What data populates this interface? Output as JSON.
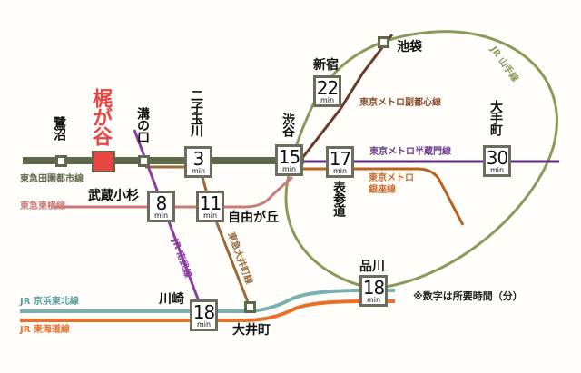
{
  "map": {
    "home_station": "梶が谷",
    "colors": {
      "home": "#e84545",
      "den_en_toshi": "#5e6a4b",
      "toyoko": "#c97a7a",
      "nambu": "#8a3fa0",
      "oimachi": "#9a6a3a",
      "yamanote": "#8a9a5a",
      "fukutoshin": "#6a3a2a",
      "hanzomon": "#5a2a7a",
      "ginza": "#c86a2a",
      "keihin_tohoku": "#7ab0b0",
      "tokaido": "#e8702a"
    },
    "lines": [
      {
        "id": "den_en_toshi",
        "label": "東急田園都市線"
      },
      {
        "id": "toyoko",
        "label": "東急東横線"
      },
      {
        "id": "nambu",
        "label": "JR 南武線"
      },
      {
        "id": "oimachi",
        "label": "東急大井町線"
      },
      {
        "id": "yamanote",
        "label": "JR 山手線"
      },
      {
        "id": "fukutoshin",
        "label": "東京メトロ副都心線"
      },
      {
        "id": "hanzomon",
        "label": "東京メトロ半蔵門線"
      },
      {
        "id": "ginza",
        "label": "東京メトロ銀座線"
      },
      {
        "id": "ginza_l1",
        "label": "東京メトロ"
      },
      {
        "id": "ginza_l2",
        "label": "銀座線"
      },
      {
        "id": "keihin_tohoku",
        "label": "JR 京浜東北線"
      },
      {
        "id": "tokaido",
        "label": "JR 東海道線"
      }
    ],
    "stations": {
      "saginuma": {
        "name": "鷺沼"
      },
      "kajigaya": {
        "name": "梶が谷"
      },
      "mizonokuchi": {
        "name": "溝の口"
      },
      "futako_tamagawa": {
        "name": "二子玉川",
        "minutes": "3"
      },
      "shibuya": {
        "name": "渋谷",
        "minutes": "15"
      },
      "shinjuku": {
        "name": "新宿",
        "minutes": "22"
      },
      "ikebukuro": {
        "name": "池袋"
      },
      "omotesando": {
        "name": "表参道",
        "minutes": "17"
      },
      "otemachi": {
        "name": "大手町",
        "minutes": "30"
      },
      "musashi_kosugi": {
        "name": "武蔵小杉",
        "minutes": "8"
      },
      "jiyugaoka": {
        "name": "自由が丘",
        "minutes": "11"
      },
      "kawasaki": {
        "name": "川崎",
        "minutes": "18"
      },
      "oimachi": {
        "name": "大井町"
      },
      "shinagawa": {
        "name": "品川",
        "minutes": "18"
      }
    },
    "unit": "min",
    "note": "※数字は所要時間（分）"
  }
}
